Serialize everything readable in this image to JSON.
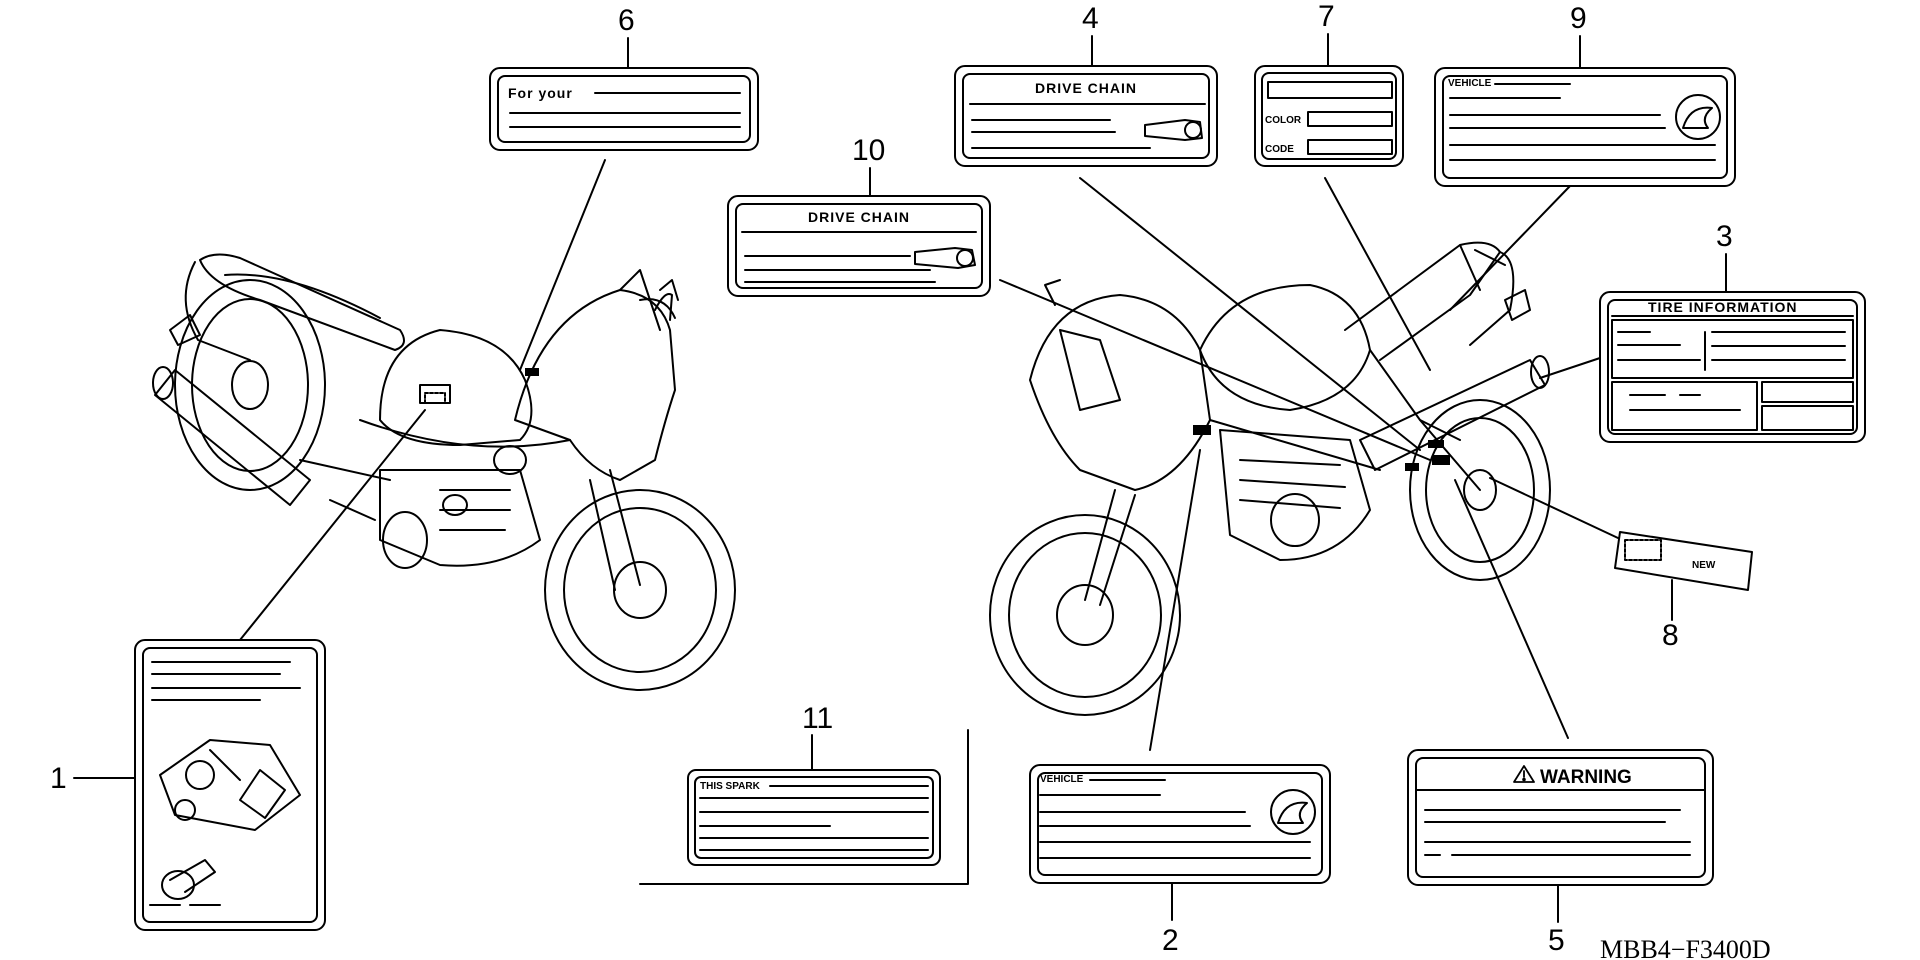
{
  "diagram": {
    "callouts": {
      "c1": "1",
      "c2": "2",
      "c3": "3",
      "c4": "4",
      "c5": "5",
      "c6": "6",
      "c7": "7",
      "c8": "8",
      "c9": "9",
      "c10": "10",
      "c11": "11"
    },
    "labels": {
      "label6_text": "For your",
      "label4_title": "DRIVE CHAIN",
      "label10_title": "DRIVE CHAIN",
      "label7_color": "COLOR",
      "label7_code": "CODE",
      "label9_vehicle": "VEHICLE",
      "label3_title": "TIRE  INFORMATION",
      "label8_new": "NEW",
      "label11_text": "THIS SPARK",
      "label2_vehicle": "VEHICLE",
      "label5_warning": "WARNING"
    },
    "part_code": "MBB4−F3400D"
  }
}
